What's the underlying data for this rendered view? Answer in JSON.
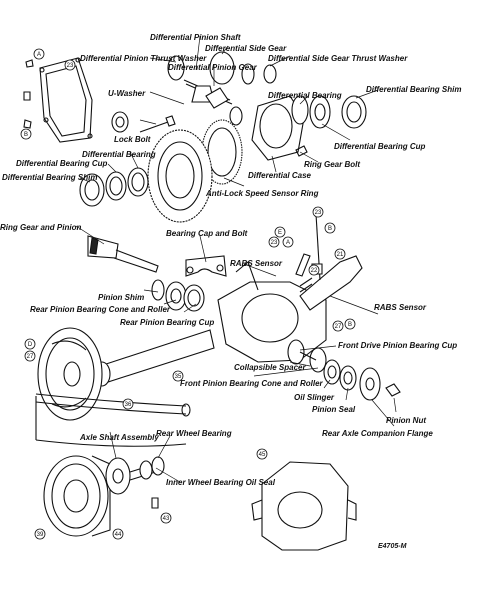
{
  "labels": {
    "pinion_shaft": "Differential Pinion Shaft",
    "side_gear": "Differential Side Gear",
    "side_gear_thrust_washer": "Differential Side Gear Thrust Washer",
    "pinion_thrust_washer": "Differential Pinion Thrust Washer",
    "pinion_gear": "Differential Pinion Gear",
    "u_washer": "U-Washer",
    "diff_bearing": "Differential Bearing",
    "diff_bearing_shim_top": "Differential Bearing Shim",
    "lock_bolt": "Lock Bolt",
    "diff_bearing_cup_right": "Differential Bearing Cup",
    "ring_gear_bolt": "Ring Gear Bolt",
    "diff_bearing_left": "Differential Bearing",
    "diff_bearing_cup_left": "Differential Bearing Cup",
    "diff_case": "Differential Case",
    "diff_bearing_shim_left": "Differential Bearing Shim",
    "abs_ring": "Anti-Lock Speed Sensor Ring",
    "ring_gear_pinion": "Ring Gear and Pinion",
    "bearing_cap_bolt": "Bearing Cap and Bolt",
    "rabs_sensor_top": "RABS Sensor",
    "pinion_shim": "Pinion Shim",
    "rear_pinion_cone": "Rear Pinion Bearing Cone and Roller",
    "rear_pinion_cup": "Rear Pinion Bearing Cup",
    "rabs_sensor_right": "RABS Sensor",
    "front_pinion_cup": "Front Drive Pinion Bearing Cup",
    "collapsible_spacer": "Collapsible Spacer",
    "front_pinion_cone": "Front Pinion Bearing Cone and Roller",
    "oil_slinger": "Oil Slinger",
    "pinion_seal": "Pinion Seal",
    "pinion_nut": "Pinion Nut",
    "companion_flange": "Rear Axle Companion Flange",
    "axle_shaft": "Axle Shaft Assembly",
    "rear_wheel_bearing": "Rear Wheel Bearing",
    "inner_wheel_seal": "Inner Wheel Bearing Oil Seal",
    "figure_code": "E4705-M"
  },
  "callouts": {
    "c1": "A",
    "c2": "23",
    "c3": "B",
    "c4": "E",
    "c5": "23",
    "c6": "A",
    "c7": "23",
    "c8": "B",
    "c9": "21",
    "c10": "22",
    "c11": "27",
    "c12": "B",
    "c13": "D",
    "c14": "27",
    "c15": "35",
    "c16": "36",
    "c17": "45",
    "c18": "44",
    "c19": "43",
    "c20": "39"
  }
}
